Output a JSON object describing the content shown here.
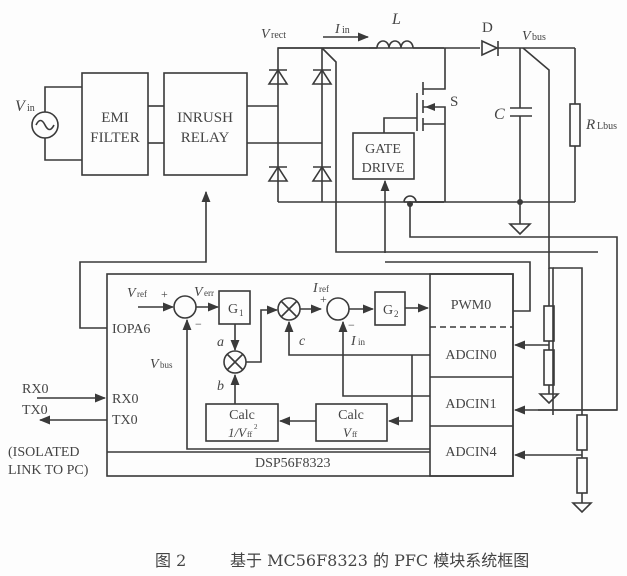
{
  "caption": {
    "figure_no": "图 2",
    "title": "基于 MC56F8323 的 PFC 模块系统框图"
  },
  "power_stage": {
    "source_label": "V",
    "source_sub": "in",
    "emi_filter": [
      "EMI",
      "FILTER"
    ],
    "inrush_relay": [
      "INRUSH",
      "RELAY"
    ],
    "vrect_label": "V",
    "vrect_sub": "rect",
    "iin_label": "I",
    "iin_sub": "in",
    "inductor_label": "L",
    "diode_label": "D",
    "vbus_label": "V",
    "vbus_sub": "bus",
    "switch_label": "S",
    "capacitor_label": "C",
    "load_label": "R",
    "load_sub": "Lbus",
    "gate_drive": [
      "GATE",
      "DRIVE"
    ]
  },
  "dsp": {
    "name": "DSP56F8323",
    "vref_label": "V",
    "vref_sub": "ref",
    "verr_label": "V",
    "verr_sub": "err",
    "g1": "G",
    "g1_sub": "1",
    "g2": "G",
    "g2_sub": "2",
    "iref_label": "I",
    "iref_sub": "ref",
    "iin_label": "I",
    "iin_sub": "in",
    "vbus_label": "V",
    "vbus_sub": "bus",
    "plus": "+",
    "minus": "−",
    "a": "a",
    "b": "b",
    "c": "c",
    "calc1": [
      "Calc",
      "1/V",
      "ff",
      "2"
    ],
    "calc2": [
      "Calc",
      "V",
      "ff"
    ],
    "iopa6": "IOPA6",
    "rx0": "RX0",
    "tx0": "TX0",
    "ports": [
      "PWM0",
      "ADCIN0",
      "ADCIN1",
      "ADCIN4"
    ]
  },
  "external": {
    "rx0": "RX0",
    "tx0": "TX0",
    "isolated_link": [
      "(ISOLATED",
      "LINK TO PC)"
    ]
  }
}
